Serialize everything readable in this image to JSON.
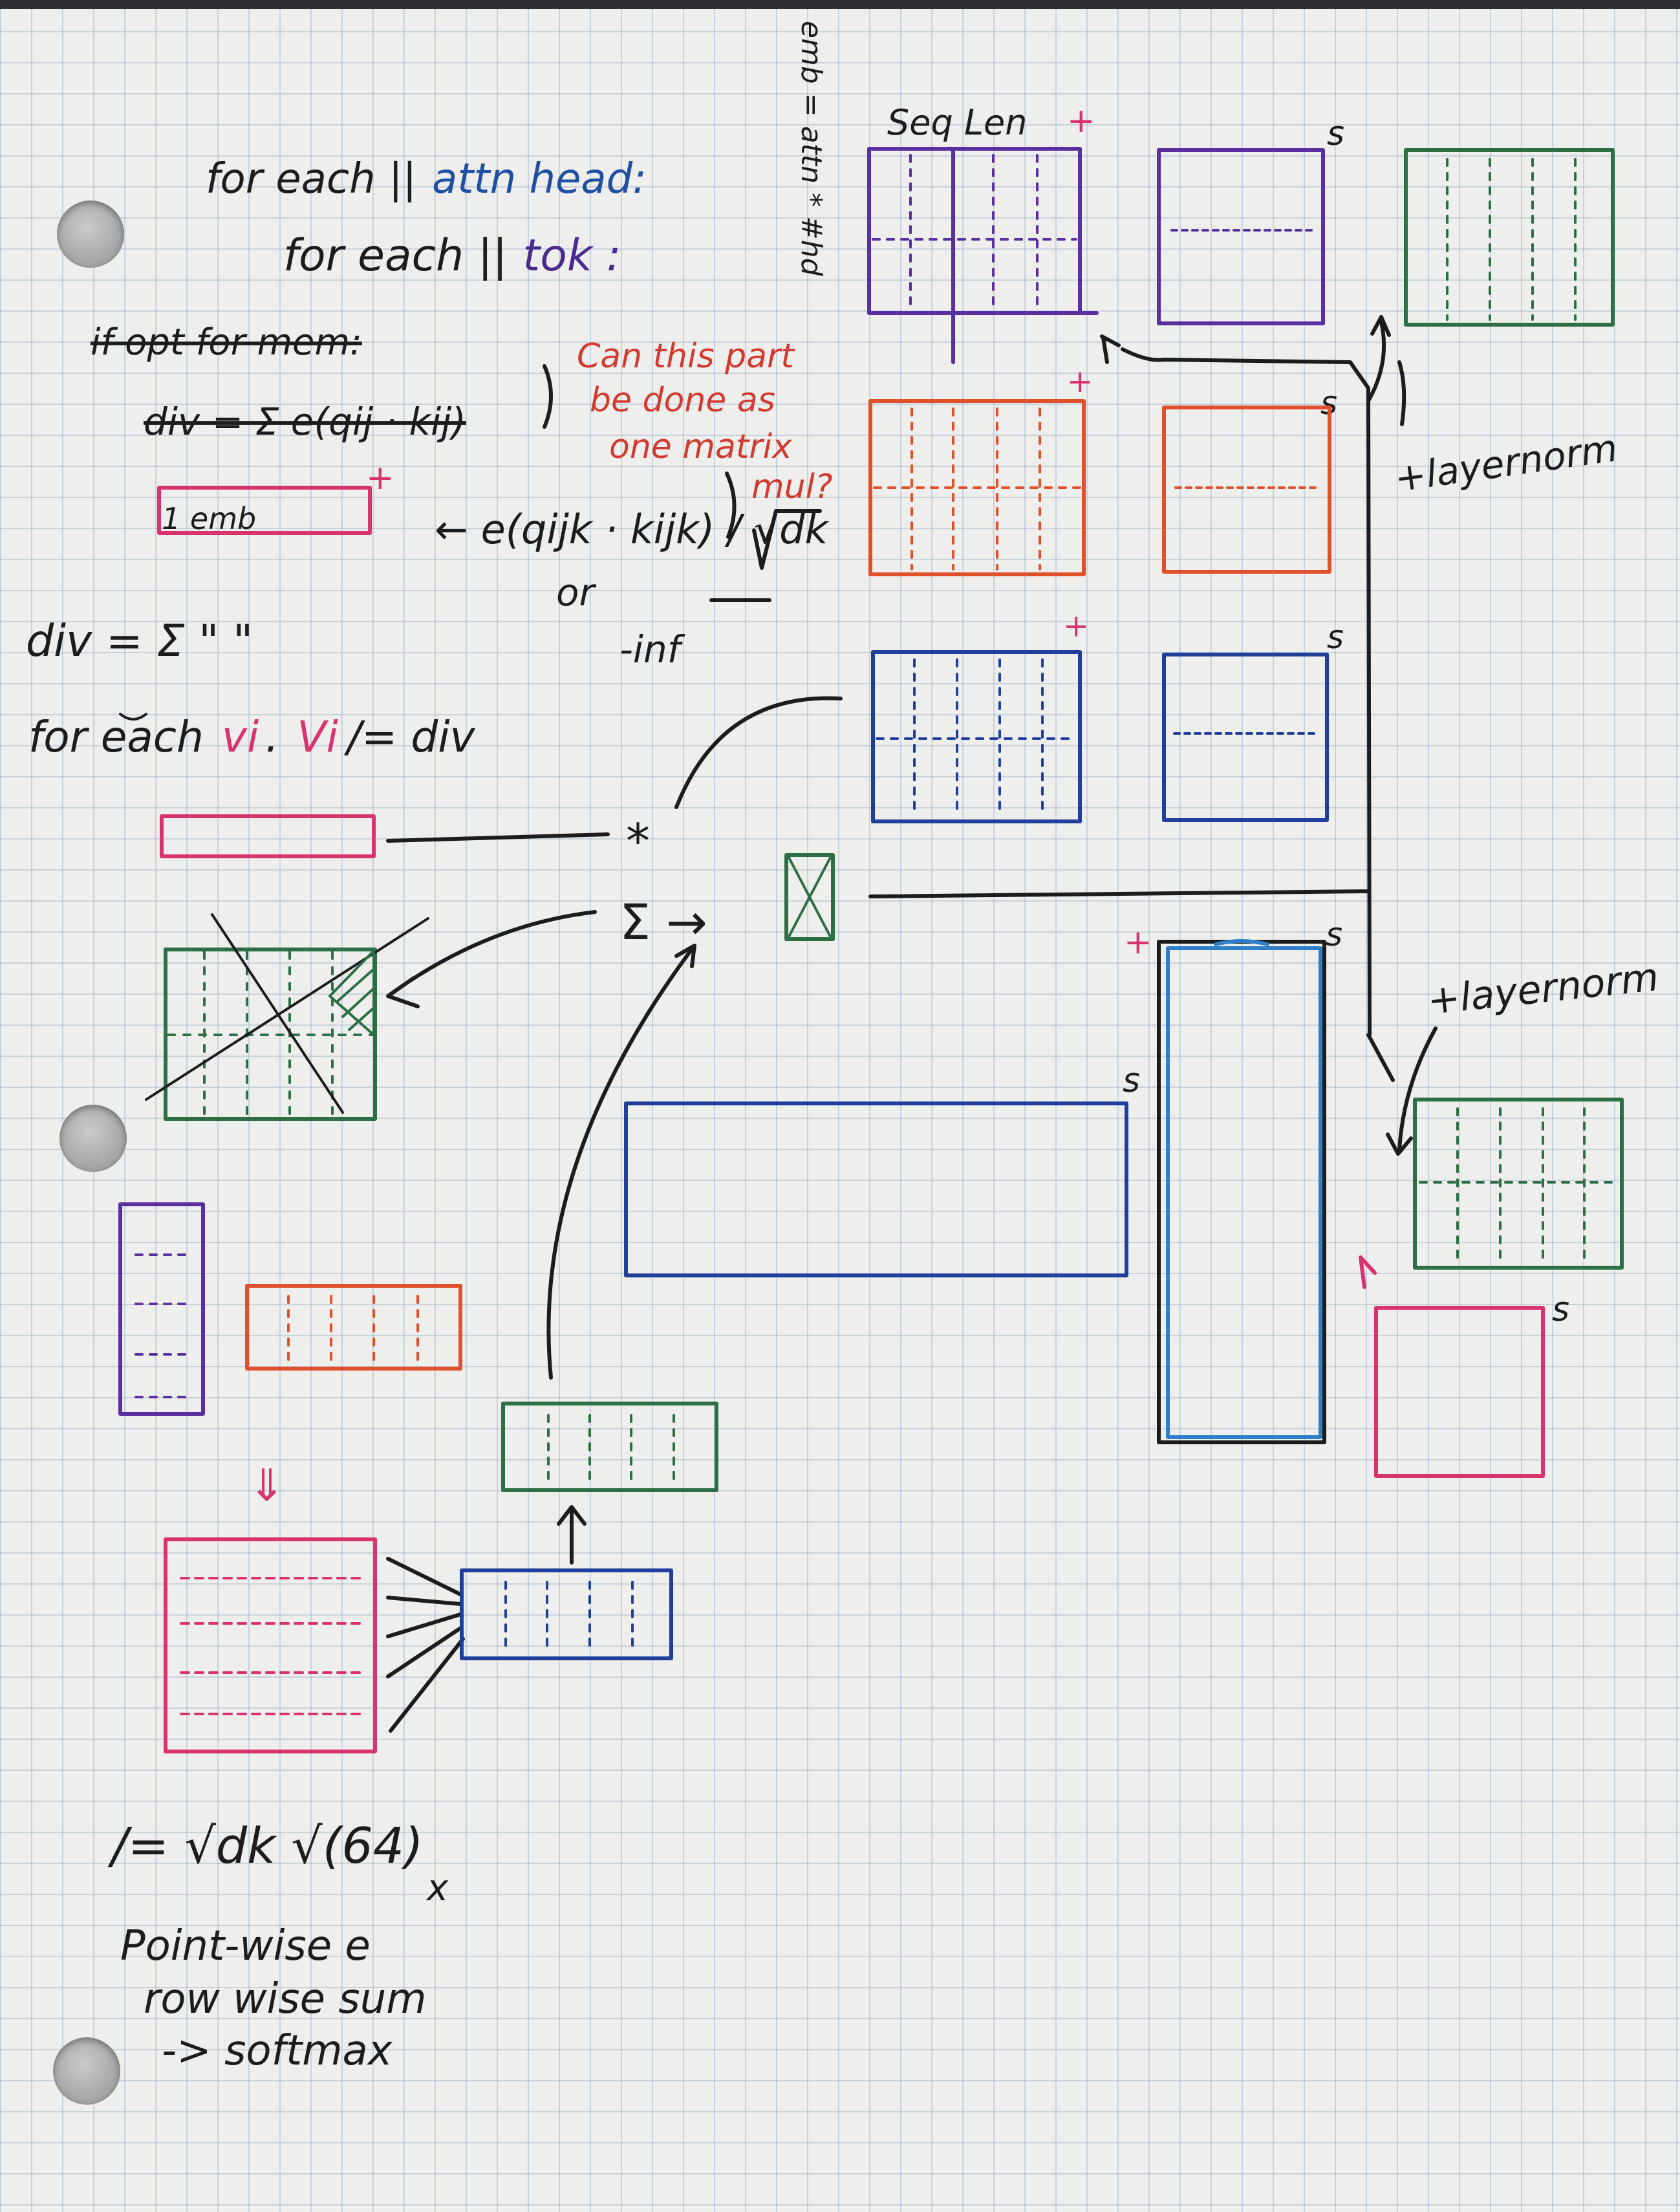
{
  "notes": {
    "line1": {
      "prefix": "for each ||",
      "accent": "attn head:"
    },
    "line2": {
      "prefix": "for each ||",
      "accent": "tok :"
    },
    "line3": "if opt for mem:",
    "line4": "div = Σ e(qij · kij)",
    "emb_box": "1 emb",
    "exp_term": "← e(qijk · kijk) / √dk",
    "or_text": "or",
    "neg_inf": "-inf",
    "div_sum": "div = Σ \"        \"",
    "for_each_v": {
      "prefix": "for each",
      "v": "vi",
      "dot": ".",
      "v2": "Vi",
      "suffix": "/= div"
    },
    "question": [
      "Can this part",
      "be done as",
      "one matrix",
      "mul?"
    ],
    "seq_len": "Seq Len",
    "vertical_label": "emb = attn * #hd",
    "layernorm_1": "+layernorm",
    "layernorm_2": "+layernorm",
    "star": "*",
    "sigma_arrow": "Σ →",
    "scale": "/= √dk  √(64)",
    "softmax": [
      "Point-wise e",
      "row wise sum",
      "-> softmax"
    ],
    "exp_sup": "x",
    "plus_marks": [
      "+",
      "+",
      "+",
      "+",
      "+"
    ],
    "s_marks": [
      "s",
      "s",
      "s",
      "s",
      "s",
      "s"
    ],
    "down_arrow": "⇓"
  },
  "colors": {
    "ink": "#1c1c1c",
    "purple": "#5a2fa0",
    "orange": "#e0502a",
    "blue": "#1f3f9a",
    "light_blue": "#2f7fc8",
    "green": "#2d6e45",
    "pink": "#d8336e",
    "red": "#d23a2f"
  }
}
